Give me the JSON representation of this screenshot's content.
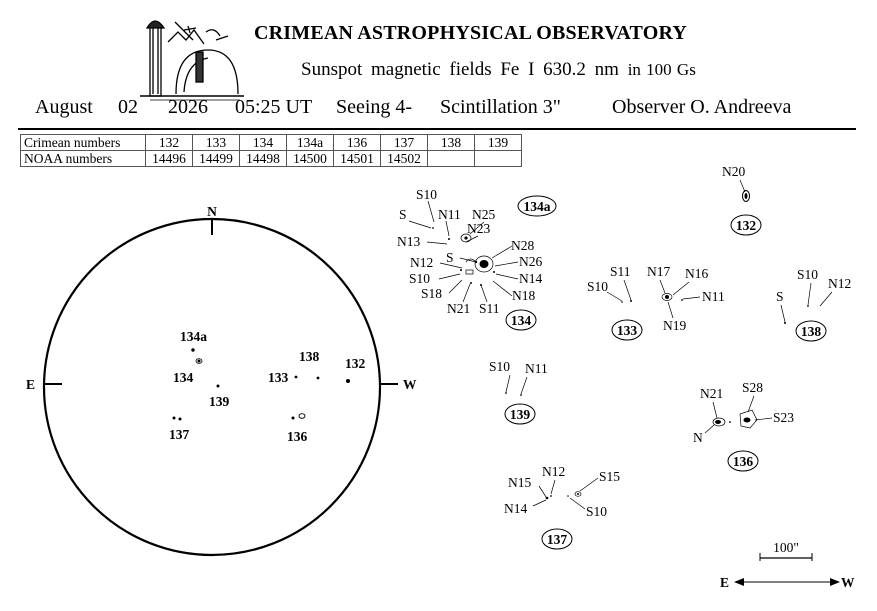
{
  "header": {
    "title": "CRIMEAN ASTROPHYSICAL OBSERVATORY",
    "subtitle": "Sunspot  magnetic  fields  Fe I 630.2 nm",
    "units": "in 100 Gs",
    "month": "August",
    "day": "02",
    "year": "2026",
    "time": "05:25  UT",
    "seeing": "Seeing 4-",
    "scintillation": "Scintillation  3\"",
    "observer": "Observer  O. Andreeva"
  },
  "logo": {
    "name": "observatory-logo"
  },
  "table": {
    "rows": [
      {
        "label": "Crimean numbers",
        "cells": [
          "132",
          "133",
          "134",
          "134a",
          "136",
          "137",
          "138",
          "139"
        ]
      },
      {
        "label": "NOAA numbers",
        "cells": [
          "14496",
          "14499",
          "14498",
          "14500",
          "14501",
          "14502",
          "",
          ""
        ]
      }
    ]
  },
  "disk": {
    "north": "N",
    "east": "E",
    "west": "W",
    "regions": [
      {
        "label": "134a"
      },
      {
        "label": "134"
      },
      {
        "label": "139"
      },
      {
        "label": "137"
      },
      {
        "label": "138"
      },
      {
        "label": "133"
      },
      {
        "label": "132"
      },
      {
        "label": "136"
      }
    ]
  },
  "panels": {
    "r132": {
      "id": "132",
      "labels": [
        "N20"
      ]
    },
    "r134a": {
      "id": "134a",
      "labels": [
        "S10",
        "S",
        "N11",
        "N25",
        "N23",
        "N13",
        "N28",
        "S",
        "N26",
        "N12",
        "N14",
        "S10",
        "N18",
        "S18",
        "N21",
        "S11"
      ]
    },
    "r134": {
      "id": "134"
    },
    "r133": {
      "id": "133",
      "labels": [
        "S11",
        "N17",
        "N16",
        "S10",
        "N11",
        "N19"
      ]
    },
    "r138": {
      "id": "138",
      "labels": [
        "S10",
        "N12",
        "S"
      ]
    },
    "r139": {
      "id": "139",
      "labels": [
        "S10",
        "N11"
      ]
    },
    "r136": {
      "id": "136",
      "labels": [
        "N21",
        "S28",
        "S23",
        "N"
      ]
    },
    "r137": {
      "id": "137",
      "labels": [
        "N15",
        "N12",
        "S15",
        "N14",
        "S10"
      ]
    }
  },
  "scale": {
    "label": "100\""
  },
  "compass": {
    "east": "E",
    "west": "W"
  }
}
